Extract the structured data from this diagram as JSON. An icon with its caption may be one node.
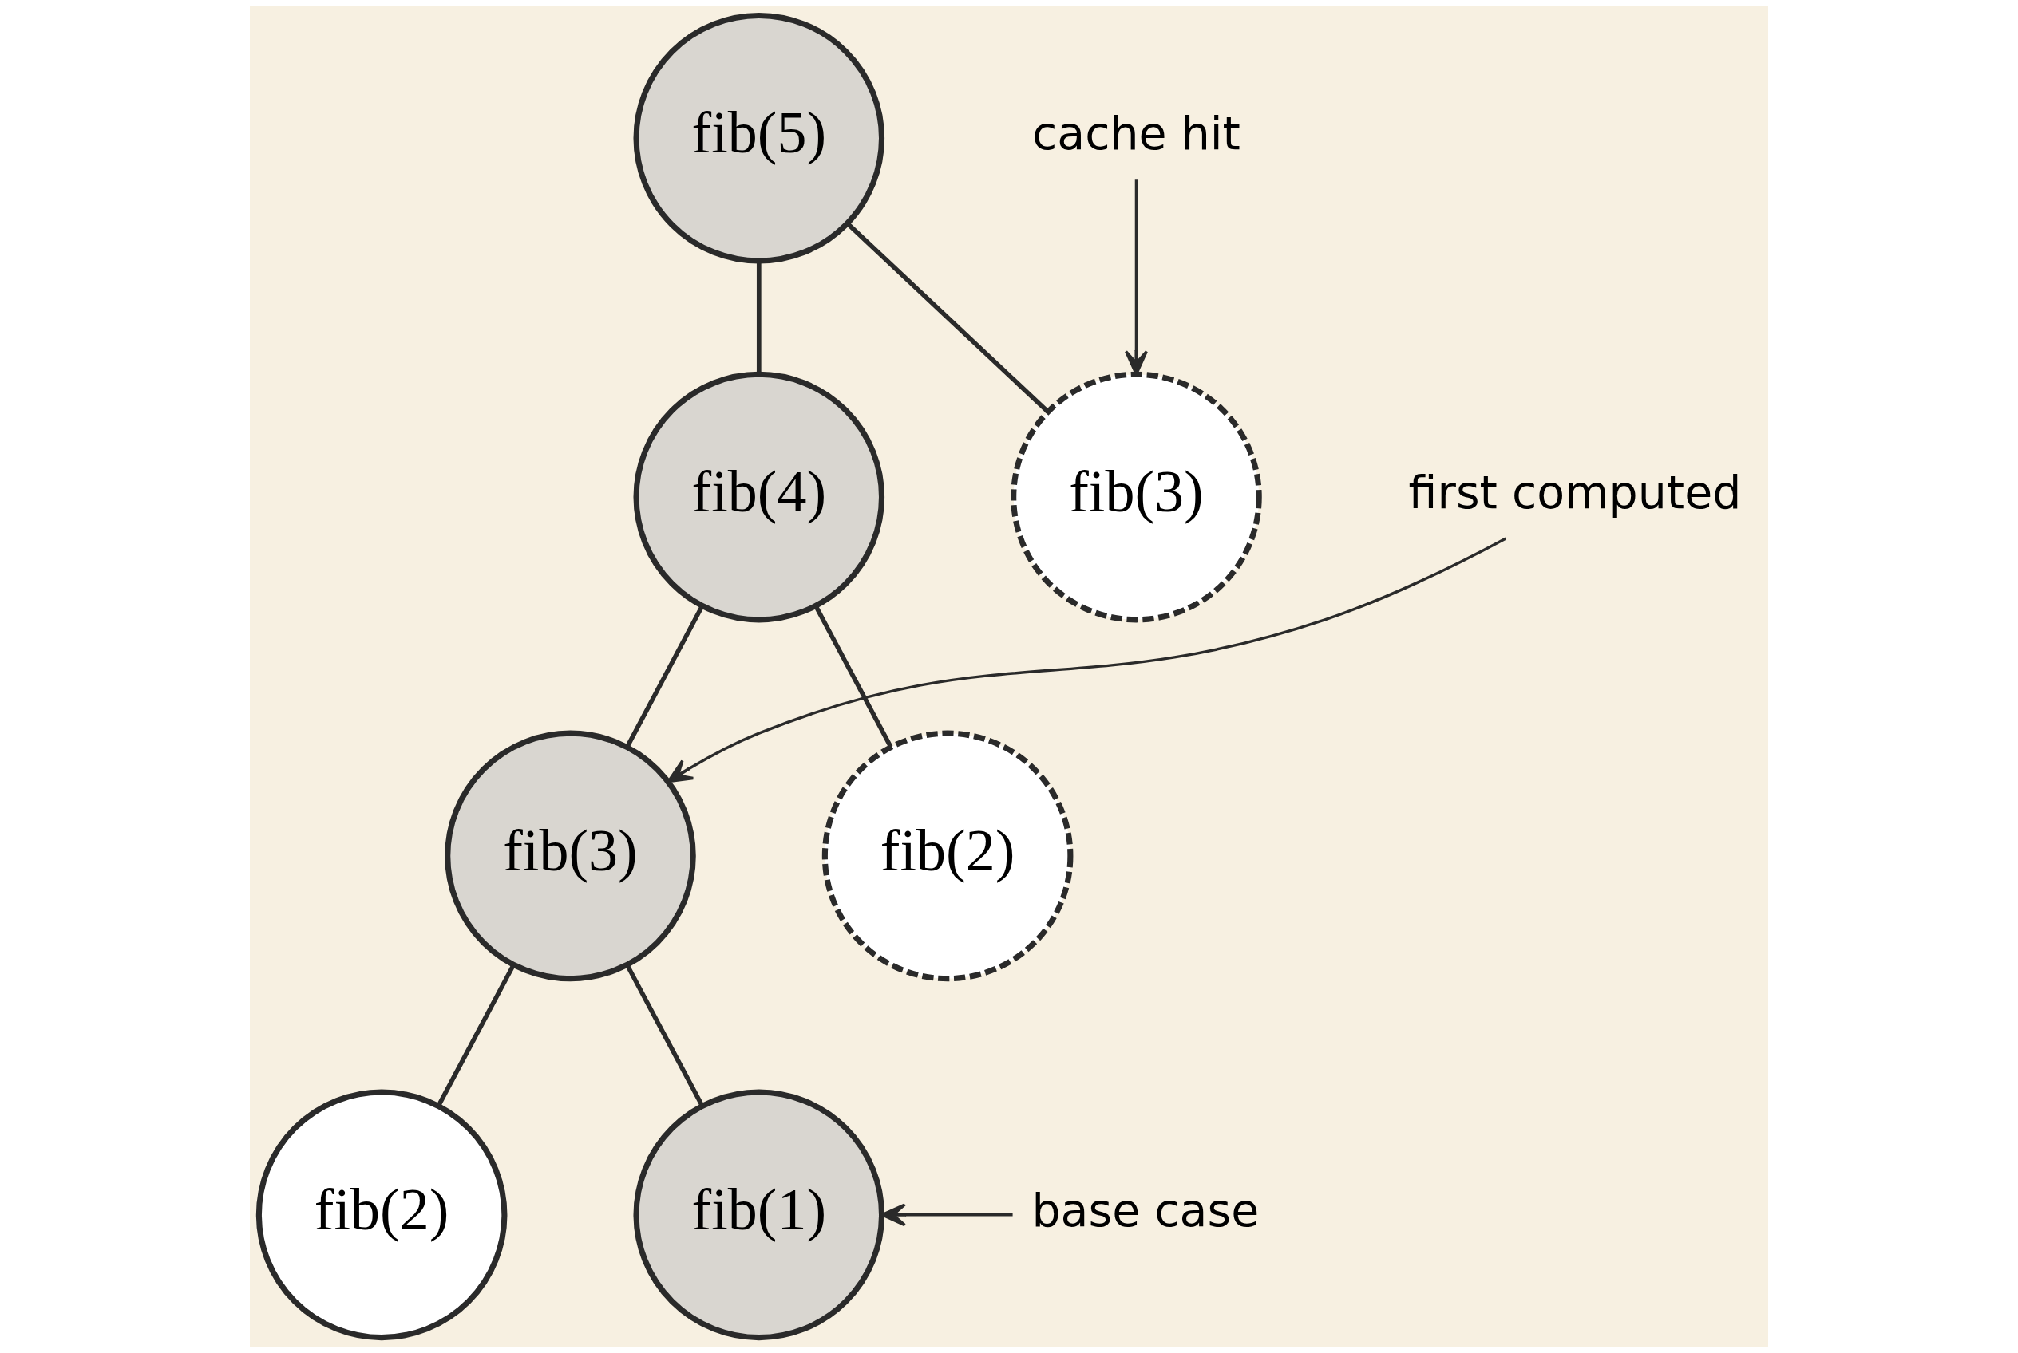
{
  "diagram": {
    "nodes": [
      {
        "text": [
          "fib(5)"
        ]
      },
      {
        "text": [
          "fib(4)"
        ]
      },
      {
        "text": [
          "fib(3)"
        ]
      },
      {
        "text": [
          "fib(3)"
        ]
      },
      {
        "text": [
          "fib(2)"
        ]
      },
      {
        "text": [
          "fib(2)"
        ]
      },
      {
        "text": [
          "fib(1)"
        ]
      },
      {
        "text": [
          "cache hit"
        ]
      },
      {
        "text": [
          "first computed"
        ]
      },
      {
        "text": [
          "base case"
        ]
      }
    ],
    "edges": [
      {
        "from": 0,
        "to": 1,
        "arrow": "none"
      },
      {
        "from": 0,
        "to": 2,
        "arrow": "none"
      },
      {
        "from": 1,
        "to": 3,
        "arrow": "none"
      },
      {
        "from": 1,
        "to": 4,
        "arrow": "none"
      },
      {
        "from": 3,
        "to": 5,
        "arrow": "none"
      },
      {
        "from": 3,
        "to": 6,
        "arrow": "none"
      },
      {
        "from": 7,
        "to": 2,
        "arrow": "to"
      },
      {
        "from": 8,
        "to": 3,
        "arrow": "to"
      },
      {
        "from": 9,
        "to": 6,
        "arrow": "to"
      }
    ]
  }
}
